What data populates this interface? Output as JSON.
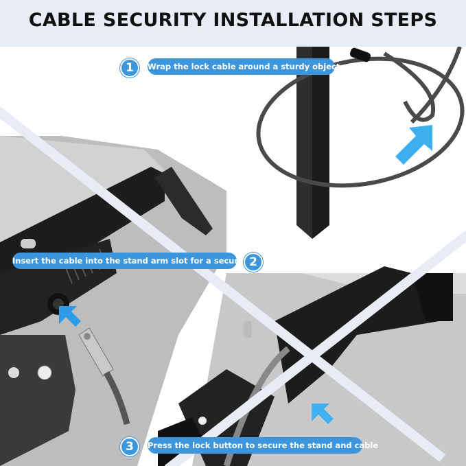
{
  "title": "CABLE SECURITY INSTALLATION STEPS",
  "accent_color": "#3d95dc",
  "background_color": "#e8ecf6",
  "steps": [
    {
      "number": "1",
      "text": "Wrap the lock cable around a sturdy object",
      "image": "cable looped around black square post"
    },
    {
      "number": "2",
      "text": "Insert the cable into the stand arm slot for a secure fit",
      "image": "cable end inserted into stand arm slot"
    },
    {
      "number": "3",
      "text": "Press the lock button to secure the stand and cable",
      "image": "pressing lock button on tablet stand"
    }
  ],
  "icons": [
    "arrow-up-right-icon",
    "arrow-up-right-icon",
    "arrow-up-left-icon"
  ]
}
